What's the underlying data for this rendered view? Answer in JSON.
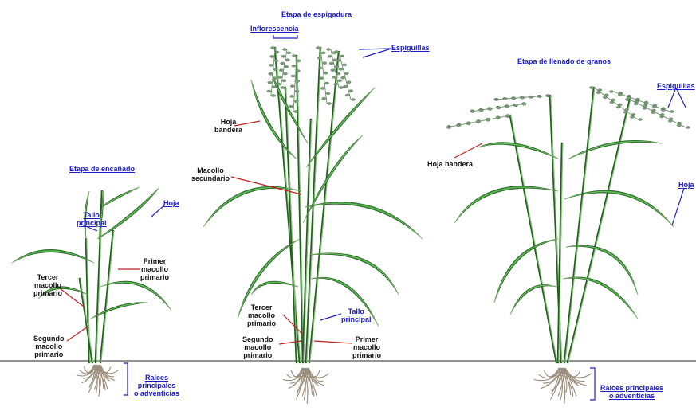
{
  "colors": {
    "leaf": "#3c9a3a",
    "leaf_dark": "#245e22",
    "leaf_light": "#8fd17c",
    "panicle": "#7a9a78",
    "root": "#9a8c7a",
    "ground": "#555555",
    "label_blue": "#1a1ac8",
    "leader_red": "#c02020",
    "leader_blue": "#2020c0"
  },
  "stages": {
    "tillering": {
      "title": "Etapa de encañado",
      "main_stem": "Tallo\nprincipal",
      "leaf": "Hoja",
      "first_tiller": "Primer\nmacollo\nprimario",
      "third_tiller": "Tercer\nmacollo\nprimario",
      "second_tiller": "Segundo\nmacollo\nprimario",
      "roots": "Raíces\nprincipales\no adventicias"
    },
    "heading": {
      "title": "Etapa de espigadura",
      "inflorescence": "Inflorescencia",
      "spikelets": "Espiguillas",
      "flag_leaf": "Hoja\nbandera",
      "secondary_tiller": "Macollo\nsecundario",
      "third_tiller": "Tercer\nmacollo\nprimario",
      "main_stem": "Tallo\nprincipal",
      "second_tiller": "Segundo\nmacollo\nprimario",
      "first_tiller": "Primer\nmacollo\nprimario"
    },
    "grain_filling": {
      "title": "Etapa de llenado de granos",
      "spikelets": "Espiguillas",
      "flag_leaf": "Hoja bandera",
      "leaf": "Hoja",
      "roots": "Raíces principales\no adventicias"
    }
  }
}
